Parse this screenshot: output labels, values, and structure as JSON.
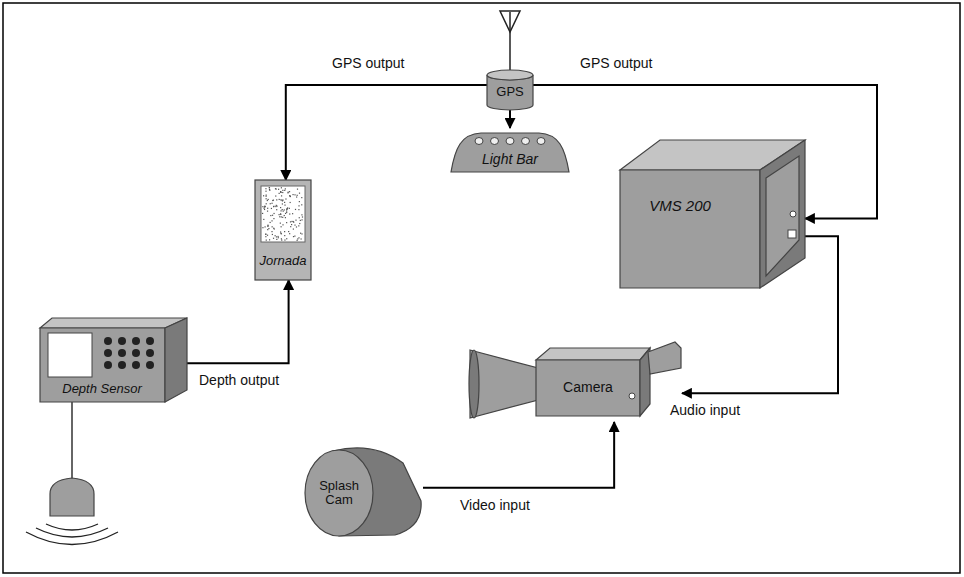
{
  "diagram": {
    "nodes": [
      {
        "text": [
          "GPS"
        ]
      },
      {
        "text": [
          "Light Bar"
        ]
      },
      {
        "text": [
          "Jornada"
        ]
      },
      {
        "text": [
          "VMS 200"
        ]
      },
      {
        "text": [
          "Depth Sensor"
        ]
      },
      {
        "text": [
          "Camera"
        ]
      },
      {
        "text": [
          "Splash Cam"
        ]
      }
    ],
    "edges": [
      {
        "from": 0,
        "to": 2,
        "label": "GPS output",
        "arrow": "to"
      },
      {
        "from": 0,
        "to": 3,
        "label": "GPS output",
        "arrow": "to"
      },
      {
        "from": 0,
        "to": 1,
        "arrow": "to"
      },
      {
        "from": 4,
        "to": 2,
        "label": "Depth output",
        "arrow": "to"
      },
      {
        "from": 3,
        "to": 5,
        "label": "Audio input",
        "arrow": "to"
      },
      {
        "from": 6,
        "to": 5,
        "label": "Video input",
        "arrow": "to"
      }
    ]
  }
}
